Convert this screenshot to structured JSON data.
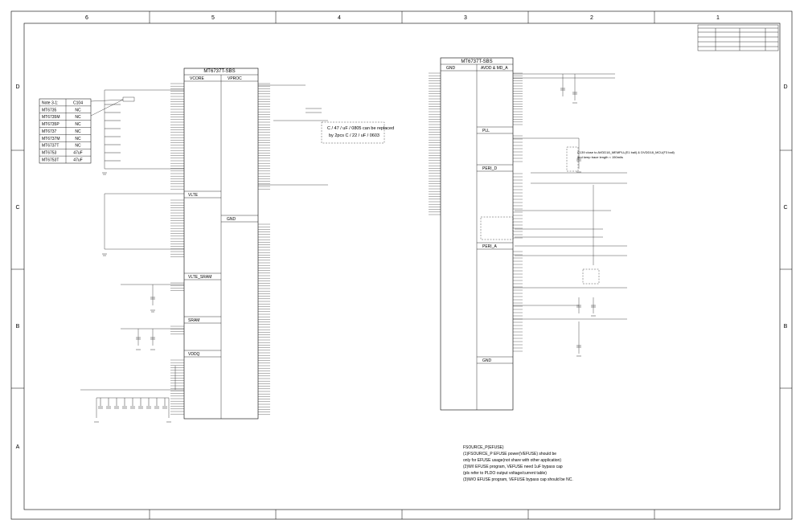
{
  "sheet": {
    "columns": [
      "6",
      "5",
      "4",
      "3",
      "2",
      "1"
    ],
    "rows": [
      "D",
      "C",
      "B",
      "A"
    ]
  },
  "left_chip": {
    "title": "MT6737T-SBS",
    "blocks": {
      "vcore": "VCORE",
      "vproc": "VPROC",
      "vlte": "VLTE",
      "gnd": "GND",
      "vlte_sram": "VLTE_SRAM",
      "sram": "SRAM",
      "vddq": "VDDQ"
    }
  },
  "right_chip": {
    "title": "MT6737T-SBS",
    "blocks": {
      "gnd_top": "GND",
      "avdd_md": "AVDD & MD_A",
      "pll": "PLL",
      "peri_d": "PERI_D",
      "peri_a": "PERI_A",
      "gnd_bottom": "GND"
    }
  },
  "note_table": {
    "rows": [
      {
        "part": "Note 3-1:",
        "value": "C104"
      },
      {
        "part": "MT6735",
        "value": "NC"
      },
      {
        "part": "MT6735M",
        "value": "NC"
      },
      {
        "part": "MT6735P",
        "value": "NC"
      },
      {
        "part": "MT6737",
        "value": "NC"
      },
      {
        "part": "MT6737M",
        "value": "NC"
      },
      {
        "part": "MT6737T",
        "value": "NC"
      },
      {
        "part": "MT6753",
        "value": "47uF"
      },
      {
        "part": "MT6753T",
        "value": "47uF"
      }
    ]
  },
  "callout": {
    "line1": "C / 47 / uF / 0805 can be replaced",
    "line2": "by 2pcs C / 22 / uF / 0603"
  },
  "note_c139": {
    "line1": "C139 close to AVDD18_MEMPLL(E1 ball) & DVDD18_MCU(F3 ball)",
    "line2": "and keep trace length < 150mils"
  },
  "fsource_note": {
    "lines": [
      "FSOURCE_P(EFUSE)",
      "(1)FSOURCE_P EFUSE power(VEFUSE) should be",
      "only for EFUSE usage(not share with other application)",
      "(2)W/I EFUSE program, VEFUSE need 1uF bypass cap",
      "(pls refer to PLDO output voltage/current table)",
      "(3)W/O EFUSE program, VEFUSE bypass cap should be NC."
    ]
  },
  "colors": {
    "net_label": "#1a1aa6",
    "line": "#000000"
  }
}
